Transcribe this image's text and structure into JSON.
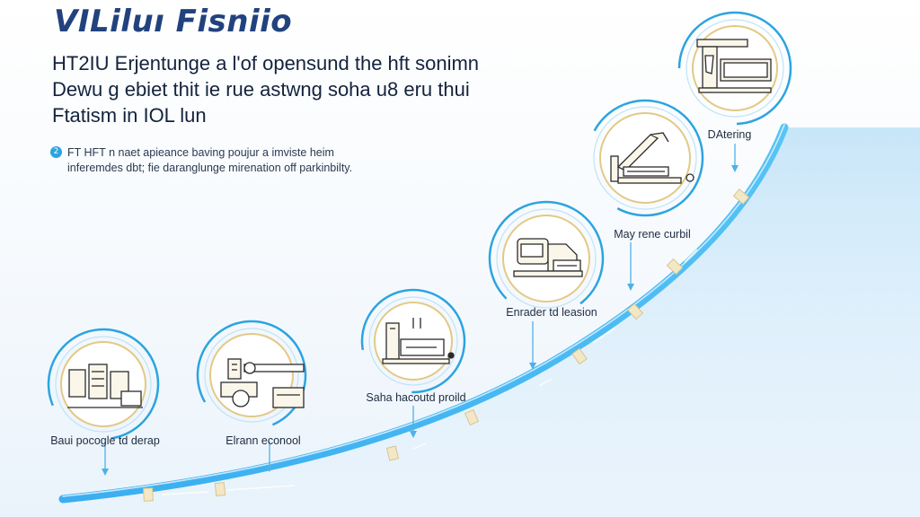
{
  "title": "VILiluı Fisniio",
  "subtitle": {
    "line1": "HT2IU Erjentunge a l'of opensund the hft sonimn",
    "line2": "Dewu g ebiet thit ie rue astwng soha u8 eru thui",
    "line3": "Ftatism in IOL lun"
  },
  "note": {
    "badge": "2",
    "line1": "FT  HFT n naet apieance baving poujur a imviste heim",
    "line2": "inferemdes dbt; fie daranglunge mirenation off parkinbilty."
  },
  "steps": [
    {
      "label": "Baui pocogle td derap",
      "icon": "cabinet-icon"
    },
    {
      "label": "Elrann econool",
      "icon": "workstation-icon"
    },
    {
      "label": "Saha hacoutd proild",
      "icon": "terminal-icon"
    },
    {
      "label": "Enrader td leasion",
      "icon": "server-icon"
    },
    {
      "label": "May rene curbil",
      "icon": "robotic-arm-icon"
    },
    {
      "label": "DAtering",
      "icon": "monitor-icon"
    }
  ],
  "colors": {
    "accent": "#2ba4e0",
    "title": "#22427e",
    "gold": "#e2c986",
    "ribbon_light": "#d6ecfa"
  }
}
